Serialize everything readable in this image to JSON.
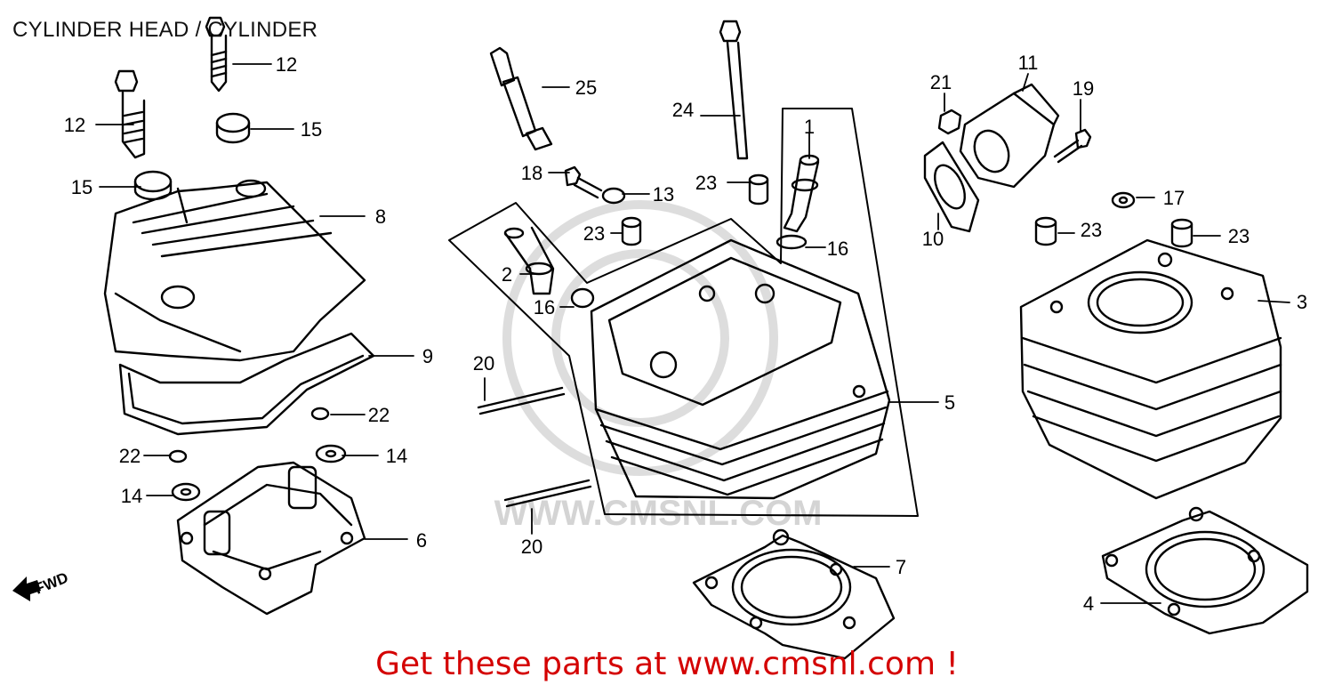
{
  "title": "CYLINDER HEAD / CYLINDER",
  "footer": "Get these parts at www.cmsnl.com !",
  "watermark": "WWW.CMSNL.COM",
  "fwd_label": "FWD",
  "colors": {
    "line": "#000000",
    "footer": "#d40000",
    "watermark": "#d0d0d0"
  },
  "callouts": [
    {
      "id": "c1",
      "label": "1"
    },
    {
      "id": "c2",
      "label": "2"
    },
    {
      "id": "c3",
      "label": "3"
    },
    {
      "id": "c4",
      "label": "4"
    },
    {
      "id": "c5",
      "label": "5"
    },
    {
      "id": "c6",
      "label": "6"
    },
    {
      "id": "c7",
      "label": "7"
    },
    {
      "id": "c8",
      "label": "8"
    },
    {
      "id": "c9",
      "label": "9"
    },
    {
      "id": "c10",
      "label": "10"
    },
    {
      "id": "c11",
      "label": "11"
    },
    {
      "id": "c12a",
      "label": "12"
    },
    {
      "id": "c12b",
      "label": "12"
    },
    {
      "id": "c13",
      "label": "13"
    },
    {
      "id": "c14a",
      "label": "14"
    },
    {
      "id": "c14b",
      "label": "14"
    },
    {
      "id": "c15a",
      "label": "15"
    },
    {
      "id": "c15b",
      "label": "15"
    },
    {
      "id": "c16a",
      "label": "16"
    },
    {
      "id": "c16b",
      "label": "16"
    },
    {
      "id": "c17",
      "label": "17"
    },
    {
      "id": "c18",
      "label": "18"
    },
    {
      "id": "c19",
      "label": "19"
    },
    {
      "id": "c20a",
      "label": "20"
    },
    {
      "id": "c20b",
      "label": "20"
    },
    {
      "id": "c21",
      "label": "21"
    },
    {
      "id": "c22a",
      "label": "22"
    },
    {
      "id": "c22b",
      "label": "22"
    },
    {
      "id": "c23a",
      "label": "23"
    },
    {
      "id": "c23b",
      "label": "23"
    },
    {
      "id": "c23c",
      "label": "23"
    },
    {
      "id": "c23d",
      "label": "23"
    },
    {
      "id": "c24",
      "label": "24"
    },
    {
      "id": "c25",
      "label": "25"
    }
  ]
}
